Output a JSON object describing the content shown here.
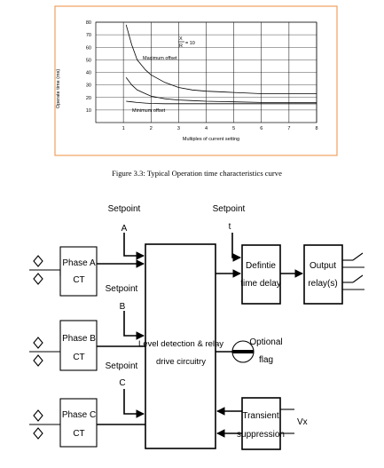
{
  "figure": {
    "caption": "Figure 3.3: Typical Operation time characteristics curve"
  },
  "chart_data": {
    "type": "line",
    "title": "",
    "xlabel": "Multiples of current setting",
    "ylabel": "Operate time (ms)",
    "xlim": [
      0,
      8
    ],
    "ylim": [
      0,
      80
    ],
    "x_ticks": [
      "1",
      "2",
      "3",
      "4",
      "5",
      "6",
      "7",
      "8"
    ],
    "y_ticks": [
      "10",
      "20",
      "30",
      "40",
      "50",
      "60",
      "70",
      "80"
    ],
    "grid": true,
    "annotation": {
      "line1": "X",
      "line2": "R",
      "value": "= 10"
    },
    "series": [
      {
        "name": "Maximum offset",
        "x": [
          1.1,
          1.3,
          1.5,
          1.8,
          2.0,
          2.5,
          3.0,
          3.5,
          4.0,
          5.0,
          6.0,
          7.0,
          8.0
        ],
        "y": [
          78,
          62,
          50,
          42,
          38,
          32,
          28,
          26,
          25,
          24,
          23,
          23,
          23
        ]
      },
      {
        "name": "",
        "x": [
          1.1,
          1.3,
          1.5,
          1.8,
          2.0,
          2.5,
          3.0,
          3.5,
          4.0,
          5.0,
          6.0,
          7.0,
          8.0
        ],
        "y": [
          36,
          30,
          26,
          23,
          21,
          19,
          18,
          17.5,
          17,
          16.5,
          16,
          16,
          16
        ]
      },
      {
        "name": "Minimum offset",
        "x": [
          1.1,
          1.3,
          1.5,
          1.8,
          2.0,
          2.5,
          3.0,
          3.5,
          4.0,
          5.0,
          6.0,
          7.0,
          8.0
        ],
        "y": [
          17,
          16.5,
          16,
          15.5,
          15.2,
          15,
          15,
          15,
          15,
          15,
          15,
          15,
          15
        ]
      }
    ]
  },
  "diagram": {
    "setpoint_a": {
      "line1": "Setpoint",
      "line2": "A"
    },
    "setpoint_b": {
      "line1": "Setpoint",
      "line2": "B"
    },
    "setpoint_c": {
      "line1": "Setpoint",
      "line2": "C"
    },
    "setpoint_t": {
      "line1": "Setpoint",
      "line2": "t"
    },
    "phase_a": {
      "line1": "Phase A",
      "line2": "CT"
    },
    "phase_b": {
      "line1": "Phase B",
      "line2": "CT"
    },
    "phase_c": {
      "line1": "Phase C",
      "line2": "CT"
    },
    "level_detection": {
      "line1": "Level detection & relay",
      "line2": "drive circuitry"
    },
    "definite_time": {
      "line1": "Defintie",
      "line2": "time delay"
    },
    "output_relay": {
      "line1": "Output",
      "line2": "relay(s)"
    },
    "optional_flag": {
      "line1": "Optional",
      "line2": "flag"
    },
    "transient": {
      "line1": "Transient",
      "line2": "suppression"
    },
    "vx_label": "Vx"
  }
}
